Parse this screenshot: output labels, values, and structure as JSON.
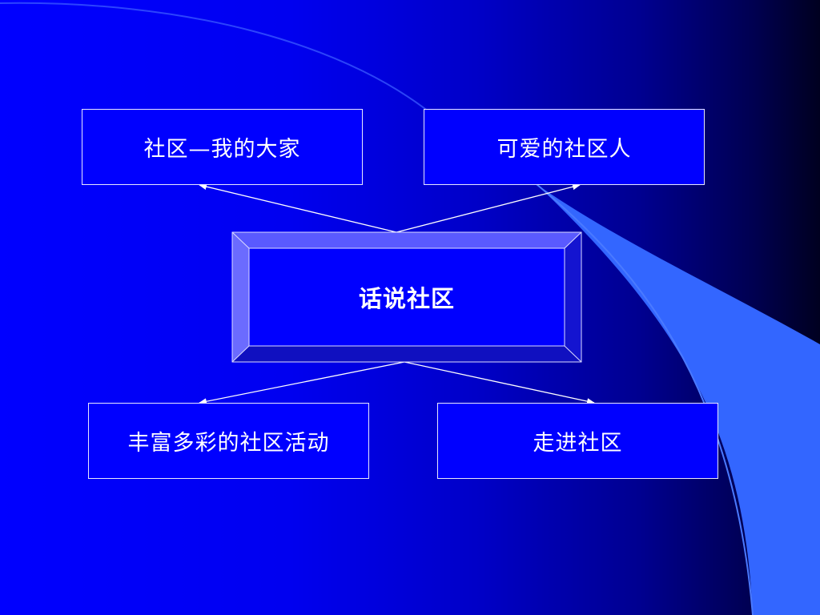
{
  "slide": {
    "center_title": "话说社区",
    "nodes": {
      "top_left": "社区—我的大家",
      "top_right": "可爱的社区人",
      "bottom_left": "丰富多彩的社区活动",
      "bottom_right": "走进社区"
    }
  },
  "colors": {
    "background_left": "#0000ff",
    "background_right": "#000020",
    "box_fill": "#0000ff",
    "box_border": "#e8e8ff",
    "bevel_light": "#5a5aff",
    "swoosh": "#3366ff",
    "text": "#ffffff"
  }
}
